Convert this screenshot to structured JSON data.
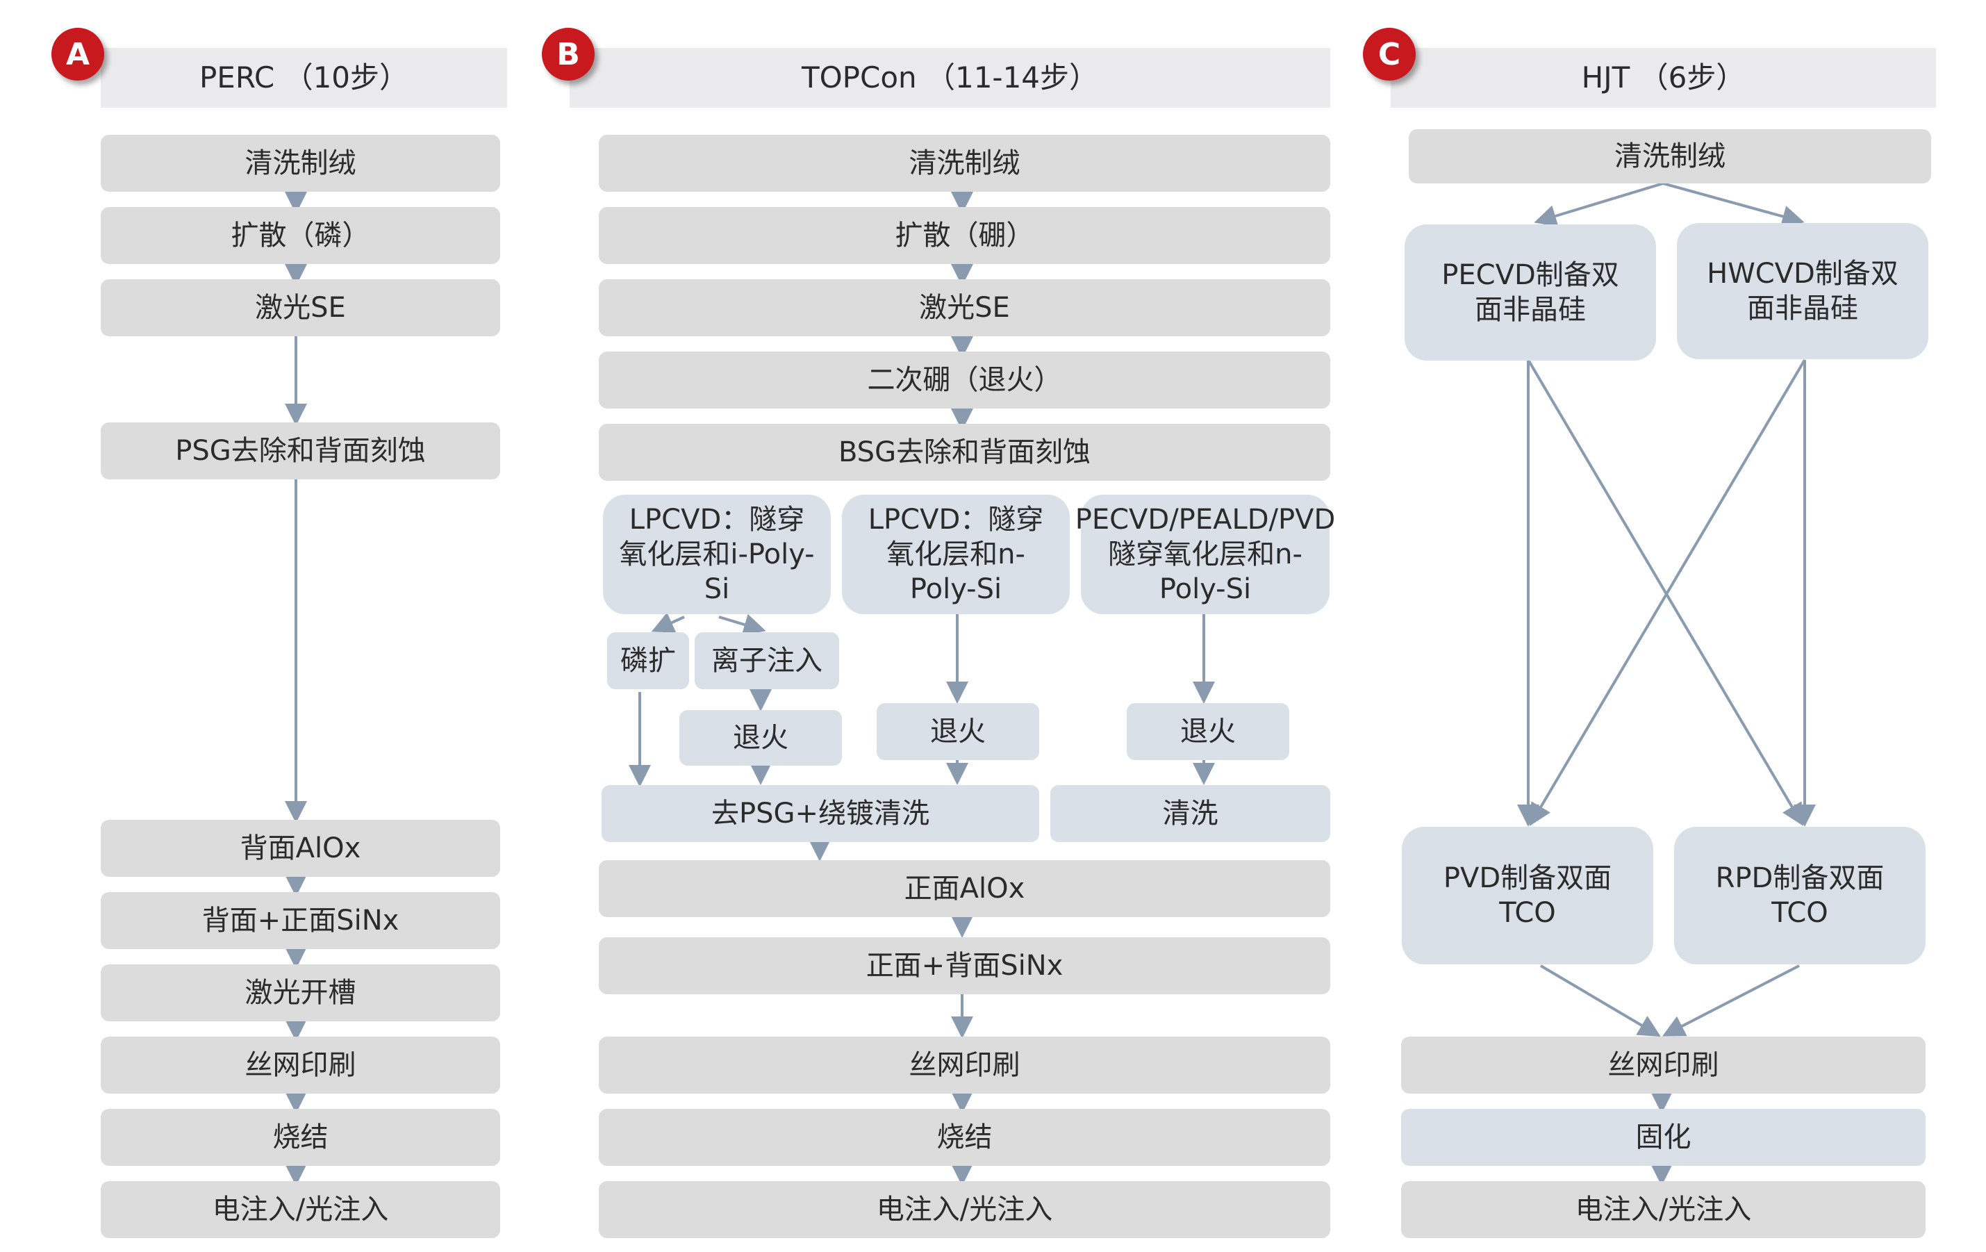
{
  "panels": {
    "A": {
      "badge": "A",
      "title": "PERC （10步）",
      "steps": [
        "清洗制绒",
        "扩散（磷）",
        "激光SE",
        "PSG去除和背面刻蚀",
        "背面AlOx",
        "背面+正面SiNx",
        "激光开槽",
        "丝网印刷",
        "烧结",
        "电注入/光注入"
      ]
    },
    "B": {
      "badge": "B",
      "title": "TOPCon （11-14步）",
      "steps_top": [
        "清洗制绒",
        "扩散（硼）",
        "激光SE",
        "二次硼（退火）",
        "BSG去除和背面刻蚀"
      ],
      "branch1": "LPCVD：隧穿氧化层和i-Poly-Si",
      "branch1_a": "磷扩",
      "branch1_b": "离子注入",
      "branch1_anneal": "退火",
      "branch2": "LPCVD：隧穿氧化层和n-Poly-Si",
      "branch2_anneal": "退火",
      "branch3": "PECVD/PEALD/PVD隧穿氧化层和n-Poly-Si",
      "branch3_anneal": "退火",
      "clean_merge": "去PSG+绕镀清洗",
      "clean": "清洗",
      "steps_bottom": [
        "正面AlOx",
        "正面+背面SiNx",
        "丝网印刷",
        "烧结",
        "电注入/光注入"
      ]
    },
    "C": {
      "badge": "C",
      "title": "HJT （6步）",
      "step1": "清洗制绒",
      "pecvd": "PECVD制备双面非晶硅",
      "hwcvd": "HWCVD制备双面非晶硅",
      "pvd": "PVD制备双面TCO",
      "rpd": "RPD制备双面TCO",
      "steps_bottom": [
        "丝网印刷",
        "固化",
        "电注入/光注入"
      ]
    }
  },
  "colors": {
    "badge": "#c8191e",
    "gray_box": "#dcdcdc",
    "blue_box": "#d9e0e8",
    "arrow": "#8a9bb0"
  }
}
